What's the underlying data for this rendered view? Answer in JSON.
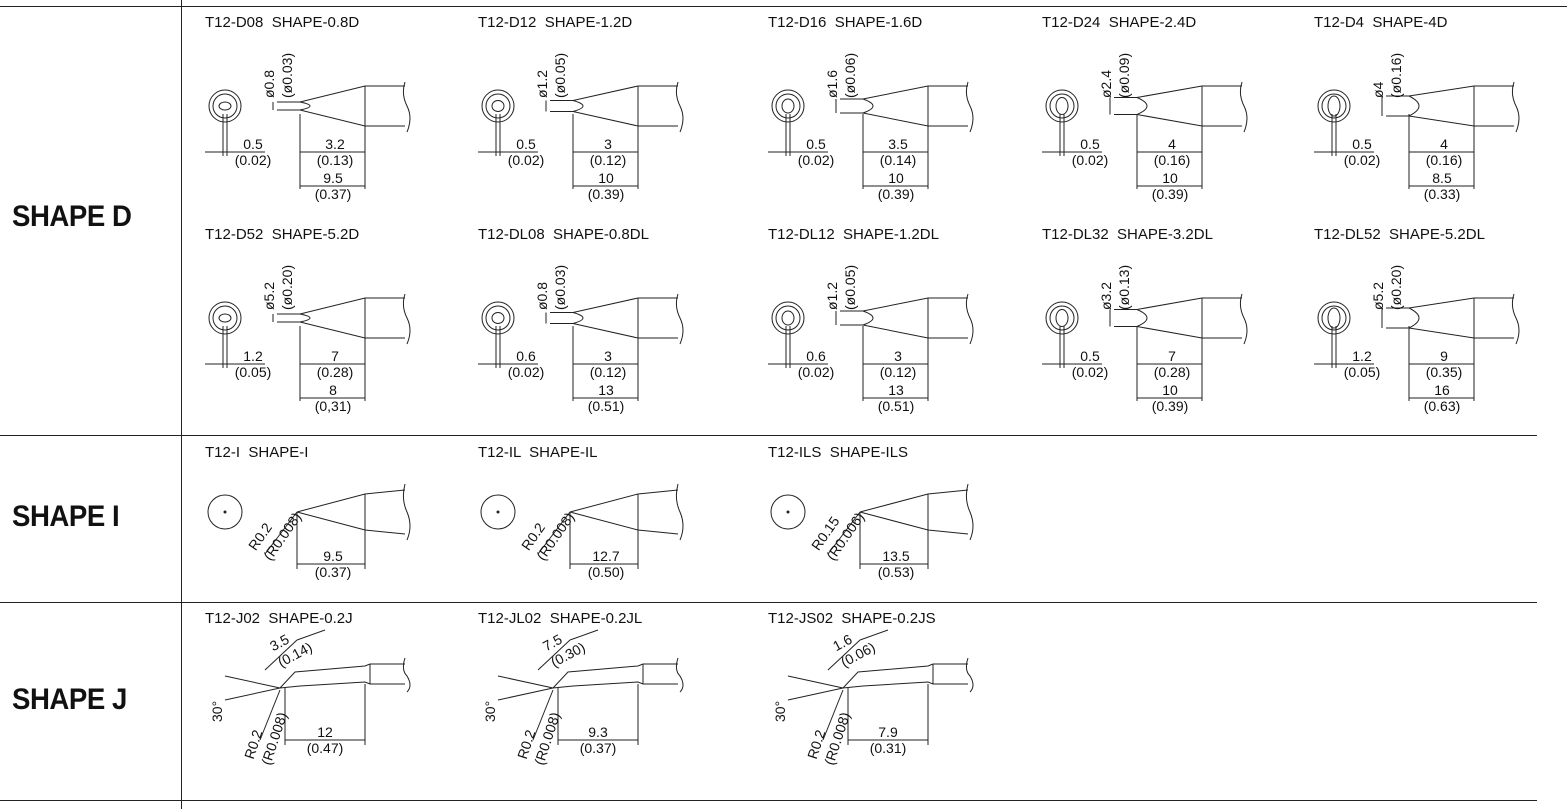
{
  "sections": [
    {
      "label": "SHAPE D",
      "type": "D",
      "tips": [
        {
          "model": "T12-D08",
          "shape": "SHAPE-0.8D",
          "dims": [
            [
              "ø0.8",
              "(ø0.03)"
            ],
            [
              "0.5",
              "(0.02)"
            ],
            [
              "3.2",
              "(0.13)"
            ],
            [
              "9.5",
              "(0.37)"
            ]
          ]
        },
        {
          "model": "T12-D12",
          "shape": "SHAPE-1.2D",
          "dims": [
            [
              "ø1.2",
              "(ø0.05)"
            ],
            [
              "0.5",
              "(0.02)"
            ],
            [
              "3",
              "(0.12)"
            ],
            [
              "10",
              "(0.39)"
            ]
          ]
        },
        {
          "model": "T12-D16",
          "shape": "SHAPE-1.6D",
          "dims": [
            [
              "ø1.6",
              "(ø0.06)"
            ],
            [
              "0.5",
              "(0.02)"
            ],
            [
              "3.5",
              "(0.14)"
            ],
            [
              "10",
              "(0.39)"
            ]
          ]
        },
        {
          "model": "T12-D24",
          "shape": "SHAPE-2.4D",
          "dims": [
            [
              "ø2.4",
              "(ø0.09)"
            ],
            [
              "0.5",
              "(0.02)"
            ],
            [
              "4",
              "(0.16)"
            ],
            [
              "10",
              "(0.39)"
            ]
          ]
        },
        {
          "model": "T12-D4",
          "shape": "SHAPE-4D",
          "dims": [
            [
              "ø4",
              "(ø0.16)"
            ],
            [
              "0.5",
              "(0.02)"
            ],
            [
              "4",
              "(0.16)"
            ],
            [
              "8.5",
              "(0.33)"
            ]
          ]
        },
        {
          "model": "T12-D52",
          "shape": "SHAPE-5.2D",
          "dims": [
            [
              "ø5.2",
              "(ø0.20)"
            ],
            [
              "1.2",
              "(0.05)"
            ],
            [
              "7",
              "(0.28)"
            ],
            [
              "8",
              "(0,31)"
            ]
          ]
        },
        {
          "model": "T12-DL08",
          "shape": "SHAPE-0.8DL",
          "dims": [
            [
              "ø0.8",
              "(ø0.03)"
            ],
            [
              "0.6",
              "(0.02)"
            ],
            [
              "3",
              "(0.12)"
            ],
            [
              "13",
              "(0.51)"
            ]
          ]
        },
        {
          "model": "T12-DL12",
          "shape": "SHAPE-1.2DL",
          "dims": [
            [
              "ø1.2",
              "(ø0.05)"
            ],
            [
              "0.6",
              "(0.02)"
            ],
            [
              "3",
              "(0.12)"
            ],
            [
              "13",
              "(0.51)"
            ]
          ]
        },
        {
          "model": "T12-DL32",
          "shape": "SHAPE-3.2DL",
          "dims": [
            [
              "ø3.2",
              "(ø0.13)"
            ],
            [
              "0.5",
              "(0.02)"
            ],
            [
              "7",
              "(0.28)"
            ],
            [
              "10",
              "(0.39)"
            ]
          ]
        },
        {
          "model": "T12-DL52",
          "shape": "SHAPE-5.2DL",
          "dims": [
            [
              "ø5.2",
              "(ø0.20)"
            ],
            [
              "1.2",
              "(0.05)"
            ],
            [
              "9",
              "(0.35)"
            ],
            [
              "16",
              "(0.63)"
            ]
          ]
        }
      ]
    },
    {
      "label": "SHAPE I",
      "type": "I",
      "tips": [
        {
          "model": "T12-I",
          "shape": "SHAPE-I",
          "dims": [
            [
              "R0.2",
              "(R0.008)"
            ],
            [
              "9.5",
              "(0.37)"
            ]
          ]
        },
        {
          "model": "T12-IL",
          "shape": "SHAPE-IL",
          "dims": [
            [
              "R0.2",
              "(R0.008)"
            ],
            [
              "12.7",
              "(0.50)"
            ]
          ]
        },
        {
          "model": "T12-ILS",
          "shape": "SHAPE-ILS",
          "dims": [
            [
              "R0.15",
              "(R0.006)"
            ],
            [
              "13.5",
              "(0.53)"
            ]
          ]
        }
      ]
    },
    {
      "label": "SHAPE J",
      "type": "J",
      "tips": [
        {
          "model": "T12-J02",
          "shape": "SHAPE-0.2J",
          "dims": [
            [
              "3.5",
              "(0.14)"
            ],
            [
              "30°"
            ],
            [
              "R0.2",
              "(R0.008)"
            ],
            [
              "12",
              "(0.47)"
            ]
          ]
        },
        {
          "model": "T12-JL02",
          "shape": "SHAPE-0.2JL",
          "dims": [
            [
              "7.5",
              "(0.30)"
            ],
            [
              "30°"
            ],
            [
              "R0.2",
              "(R0.008)"
            ],
            [
              "9.3",
              "(0.37)"
            ]
          ]
        },
        {
          "model": "T12-JS02",
          "shape": "SHAPE-0.2JS",
          "dims": [
            [
              "1.6",
              "(0.06)"
            ],
            [
              "30°"
            ],
            [
              "R0.2",
              "(R0.008)"
            ],
            [
              "7.9",
              "(0.31)"
            ]
          ]
        }
      ]
    }
  ]
}
